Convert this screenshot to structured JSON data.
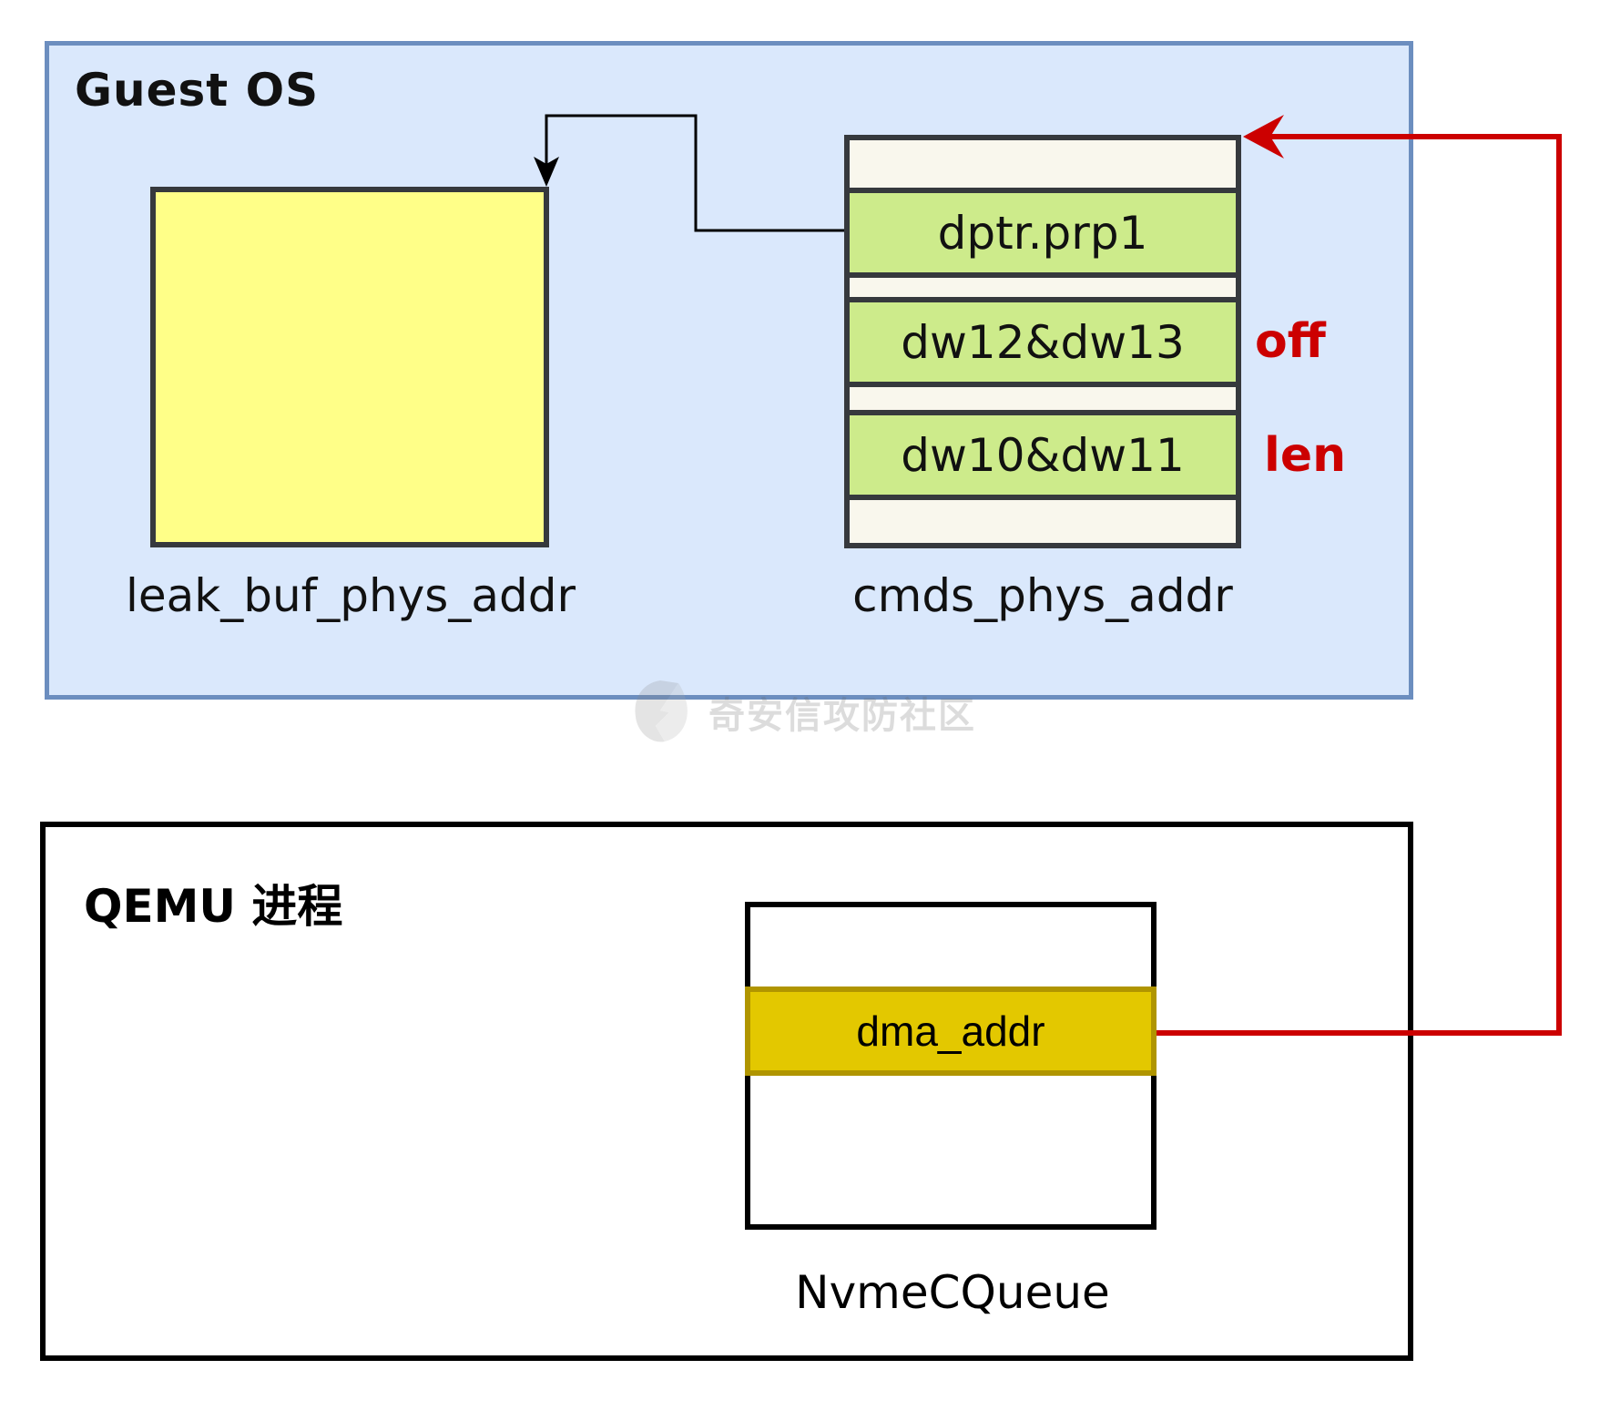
{
  "guest_os": {
    "title": "Guest OS",
    "leak_buffer_label": "leak_buf_phys_addr",
    "cmds_label": "cmds_phys_addr",
    "cmd_fields": [
      {
        "label": "dptr.prp1"
      },
      {
        "label": "dw12&dw13",
        "annotation": "off"
      },
      {
        "label": "dw10&dw11",
        "annotation": "len"
      }
    ]
  },
  "qemu": {
    "title": "QEMU 进程",
    "queue_label": "NvmeCQueue",
    "field_label": "dma_addr"
  },
  "watermark": {
    "text": "奇安信攻防社区",
    "icon": "lightning-bolt-icon"
  },
  "colors": {
    "guest_fill": "#dae8fc",
    "guest_border": "#6c8ebf",
    "buffer_fill": "#ffff88",
    "field_fill": "#cdeb8b",
    "dma_fill": "#e3c800",
    "red_arrow": "#cc0000",
    "annotation": "#cc0000"
  }
}
